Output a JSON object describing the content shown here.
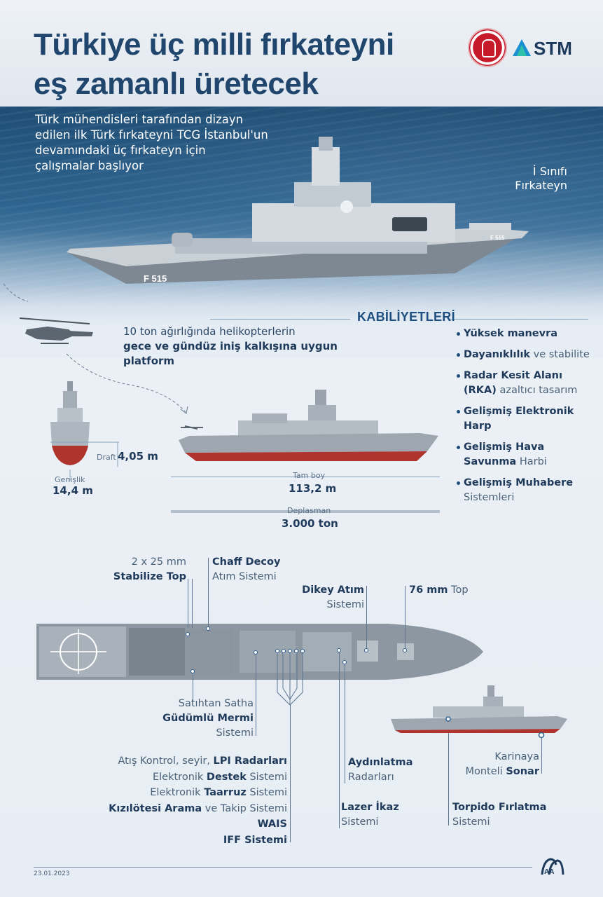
{
  "header": {
    "title_line1": "Türkiye üç milli fırkateyni",
    "title_line2": "eş zamanlı üretecek",
    "intro_lines": [
      "Türk mühendisleri tarafından dizayn",
      "edilen ilk Türk fırkateyni TCG İstanbul'un",
      "devamındaki üç fırkateyn için",
      "çalışmalar başlıyor"
    ],
    "brand": "STM"
  },
  "hero": {
    "class_line1": "İ Sınıfı",
    "class_line2": "Fırkateyn",
    "hull_number": "F 515",
    "hull_number_stern": "F 515"
  },
  "capabilities": {
    "title": "KABİLİYETLERİ",
    "items": [
      {
        "bold": "Yüksek manevra",
        "rest": "",
        "bold2": "",
        "rest2": ""
      },
      {
        "bold": "Dayanıklılık",
        "rest": " ve stabilite",
        "bold2": "",
        "rest2": ""
      },
      {
        "bold": "Radar Kesit Alanı (RKA)",
        "rest": " azaltıcı tasarım",
        "bold2": "",
        "rest2": ""
      },
      {
        "bold": "Gelişmiş Elektronik Harp",
        "rest": "",
        "bold2": "",
        "rest2": ""
      },
      {
        "bold": "Gelişmiş Hava Savunma",
        "rest": " Harbi",
        "bold2": "",
        "rest2": ""
      },
      {
        "bold": "Gelişmiş Muhabere",
        "rest": " Sistemleri",
        "bold2": "",
        "rest2": ""
      }
    ]
  },
  "helipad": {
    "line1": "10 ton ağırlığında helikopterlerin",
    "line2": "gece ve gündüz iniş kalkışına uygun",
    "line3": "platform"
  },
  "dimensions": {
    "draft_label": "Draft",
    "draft_value": "4,05 m",
    "width_label": "Genişlik",
    "width_value": "14,4 m",
    "length_label": "Tam boy",
    "length_value": "113,2 m",
    "displacement_label": "Deplasman",
    "displacement_value": "3.000 ton"
  },
  "systems": {
    "stabilize_top_l1": "2 x 25 mm",
    "stabilize_top_l2": "Stabilize Top",
    "chaff_l1": "Chaff Decoy",
    "chaff_l2": "Atım Sistemi",
    "dikey_l1": "Dikey Atım",
    "dikey_l2": "Sistemi",
    "top76_bold": "76 mm",
    "top76_rest": " Top",
    "sts_l1": "Satıhtan Satha",
    "sts_l2": "Güdümlü Mermi",
    "sts_l3": "Sistemi",
    "atis_rest": "Atış Kontrol, seyir, ",
    "atis_bold": "LPI Radarları",
    "destek_pre": "Elektronik ",
    "destek_bold": "Destek",
    "destek_post": " Sistemi",
    "taarruz_pre": "Elektronik ",
    "taarruz_bold": "Taarruz",
    "taarruz_post": " Sistemi",
    "kizil_bold": "Kızılötesi Arama",
    "kizil_rest": " ve Takip Sistemi",
    "wais": "WAIS",
    "iff": "IFF Sistemi",
    "aydin_l1": "Aydınlatma",
    "aydin_l2": "Radarları",
    "lazer_l1": "Lazer İkaz",
    "lazer_l2": "Sistemi",
    "torpido_l1": "Torpido Fırlatma",
    "torpido_l2": "Sistemi",
    "sonar_l1": "Karinaya",
    "sonar_pre": "Monteli ",
    "sonar_bold": "Sonar"
  },
  "footer": {
    "date": "23.01.2023",
    "agency_mark": "AA"
  },
  "colors": {
    "navy": "#1f3a5a",
    "accent": "#1f4f80",
    "hull_red": "#b0342e",
    "hull_grey": "#9aa3ad",
    "sea_dark": "#1f4d74"
  }
}
